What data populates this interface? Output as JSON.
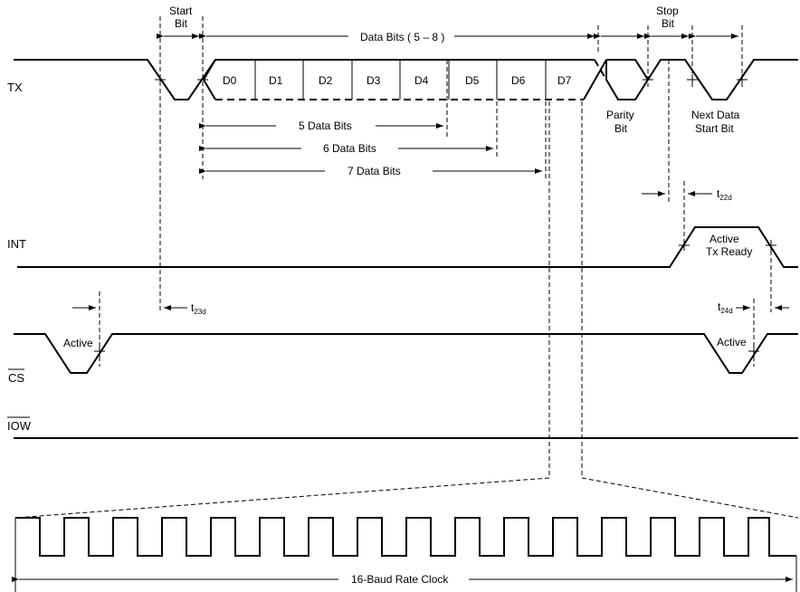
{
  "signals": {
    "tx": "TX",
    "int": "INT",
    "cs": "CS",
    "iow": "IOW"
  },
  "data_bits": [
    "D0",
    "D1",
    "D2",
    "D3",
    "D4",
    "D5",
    "D6",
    "D7"
  ],
  "labels": {
    "start_bit_1": "Start",
    "start_bit_2": "Bit",
    "data_bits_range": "Data Bits ( 5 – 8 )",
    "stop_bit_1": "Stop",
    "stop_bit_2": "Bit",
    "parity_1": "Parity",
    "parity_2": "Bit",
    "next_start_1": "Next Data",
    "next_start_2": "Start Bit",
    "five_bits": "5 Data Bits",
    "six_bits": "6 Data Bits",
    "seven_bits": "7 Data Bits",
    "active_tx_1": "Active",
    "active_tx_2": "Tx Ready",
    "cs_active_left": "Active",
    "cs_active_right": "Active",
    "baud_clock": "16-Baud Rate Clock"
  },
  "timing": {
    "t22d_main": "t",
    "t22d_sub": "22d",
    "t23d_main": "t",
    "t23d_sub": "23d",
    "t24d_main": "t",
    "t24d_sub": "24d"
  },
  "colors": {
    "line": "#000000",
    "background": "#ffffff"
  },
  "icons": {
    "arrowhead": "filled-triangle-arrow",
    "tick": "crossing-tick"
  }
}
